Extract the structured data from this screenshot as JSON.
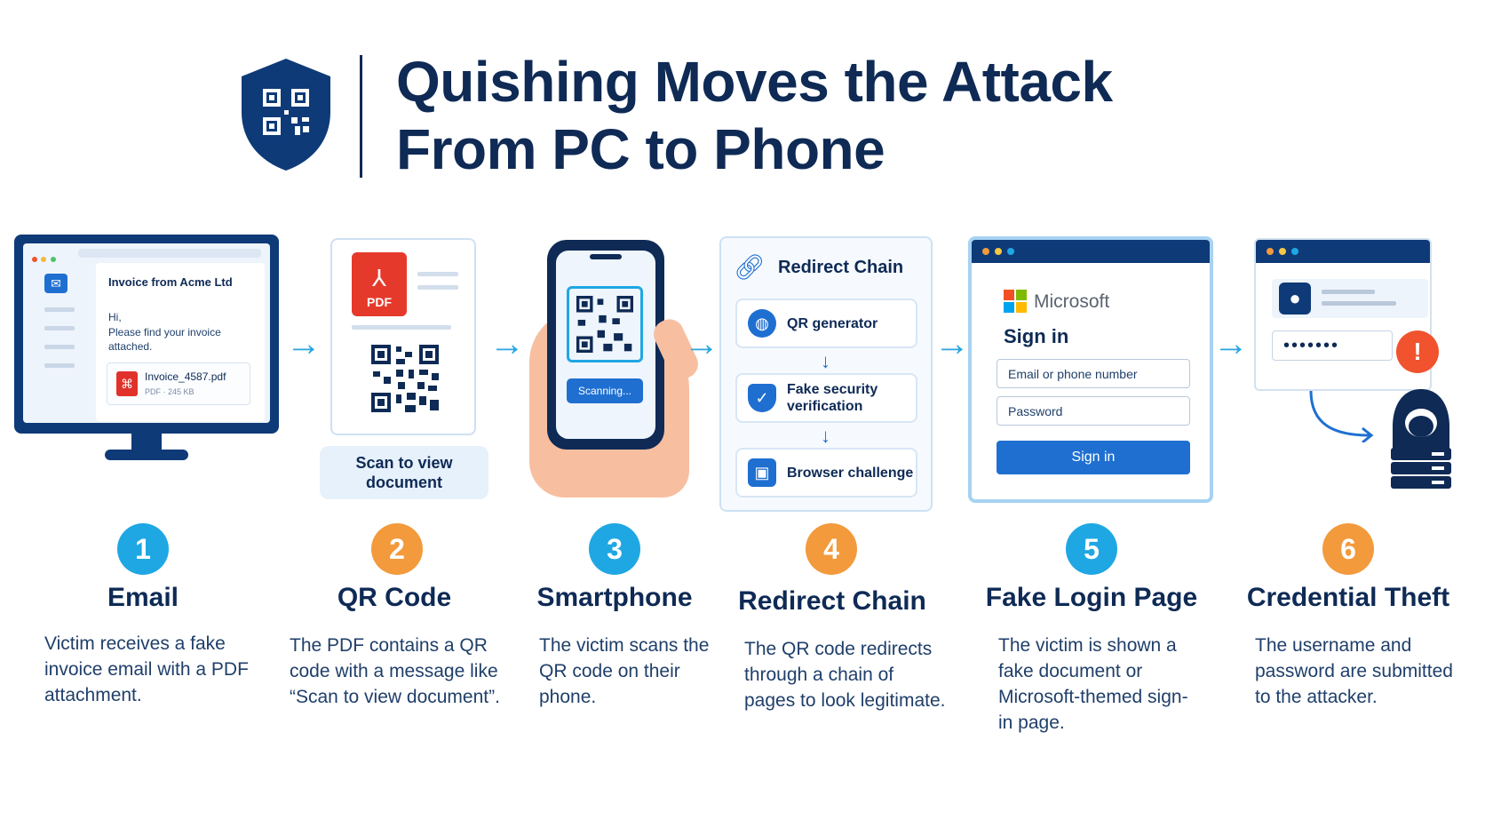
{
  "header": {
    "title_line1": "Quishing Moves the Attack",
    "title_line2": "From PC to Phone"
  },
  "colors": {
    "navy": "#0e2a55",
    "accent_blue": "#1fa7e3",
    "accent_orange": "#f29a3c",
    "button_blue": "#1f6fd1",
    "alert_red": "#f0532d"
  },
  "panels": {
    "email": {
      "subject": "Invoice from Acme Ltd",
      "greeting": "Hi,",
      "body": "Please find your invoice attached.",
      "attachment_name": "Invoice_4587.pdf",
      "attachment_meta": "PDF · 245 KB"
    },
    "qr": {
      "pdf_badge": "PDF",
      "caption": "Scan to view document"
    },
    "phone": {
      "scan_button": "Scanning..."
    },
    "redirect": {
      "heading": "Redirect Chain",
      "items": [
        {
          "label": "QR generator",
          "icon": "globe-icon"
        },
        {
          "label": "Fake security verification",
          "icon": "shield-icon"
        },
        {
          "label": "Browser challenge",
          "icon": "browser-icon"
        }
      ]
    },
    "login": {
      "brand": "Microsoft",
      "heading": "Sign in",
      "email_placeholder": "Email or phone number",
      "password_placeholder": "Password",
      "button": "Sign in"
    },
    "theft": {
      "password_mask": "•••••••",
      "alert_symbol": "!"
    }
  },
  "steps": [
    {
      "number": "1",
      "title": "Email",
      "description": "Victim receives a fake invoice email with a PDF attachment."
    },
    {
      "number": "2",
      "title": "QR Code",
      "description": "The PDF contains a QR code with a message like “Scan to view document”."
    },
    {
      "number": "3",
      "title": "Smartphone",
      "description": "The victim scans the QR code on their phone."
    },
    {
      "number": "4",
      "title": "Redirect Chain",
      "description": "The QR code redirects through a chain of pages to look legitimate."
    },
    {
      "number": "5",
      "title": "Fake Login Page",
      "description": "The victim is shown a fake document or Microsoft-themed sign-in page."
    },
    {
      "number": "6",
      "title": "Credential Theft",
      "description": "The username and password are submitted to the attacker."
    }
  ]
}
